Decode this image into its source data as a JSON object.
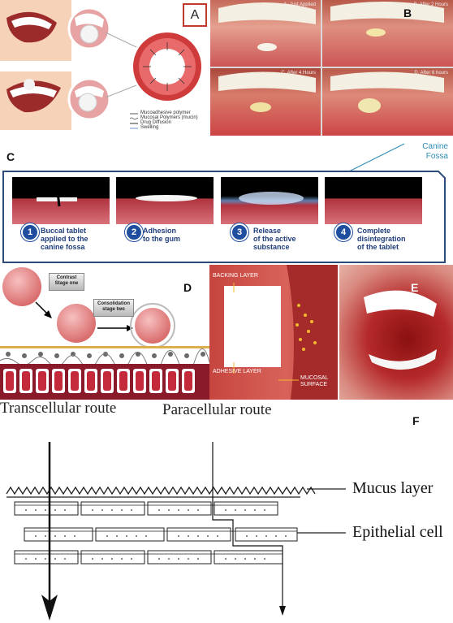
{
  "panels": {
    "a": {
      "letter": "A",
      "legend": [
        "Mucoadhesive polymer",
        "Mucosal Polymers (mucin)",
        "Drug Diffusion",
        "Swelling"
      ]
    },
    "b": {
      "letter": "B",
      "captions": [
        "A. Just Applied",
        "B. After 2 Hours",
        "C. After 4 Hours",
        "D. After 6 hours"
      ]
    },
    "c": {
      "letter": "C",
      "canine_label_1": "Canine",
      "canine_label_2": "Fossa",
      "steps": [
        {
          "num": "1",
          "line1": "Buccal tablet",
          "line2": "applied to the",
          "line3": "canine fossa"
        },
        {
          "num": "2",
          "line1": "Adhesion",
          "line2": "to the gum",
          "line3": ""
        },
        {
          "num": "3",
          "line1": "Release",
          "line2": "of the active",
          "line3": "substance"
        },
        {
          "num": "4",
          "line1": "Complete",
          "line2": "disintegration",
          "line3": "of the tablet"
        }
      ]
    },
    "d": {
      "letter": "D",
      "stage_one": "Contrast Stage one",
      "stage_two": "Consolidation stage two"
    },
    "e": {
      "letter": "E",
      "backing_layer": "BACKING LAYER",
      "adhesive_layer": "ADHESIVE LAYER",
      "mucosal_surface_1": "MUCOSAL",
      "mucosal_surface_2": "SURFACE"
    },
    "f": {
      "letter": "F",
      "transcellular": "Transcellular route",
      "paracellular": "Paracellular route",
      "mucus_layer": "Mucus layer",
      "epithelial_cell": "Epithelial cell"
    }
  },
  "colors": {
    "panel_a_border": "#c0392b",
    "tablet_blue": "#1f3d7a",
    "mucosa_red": "#b4142a"
  }
}
